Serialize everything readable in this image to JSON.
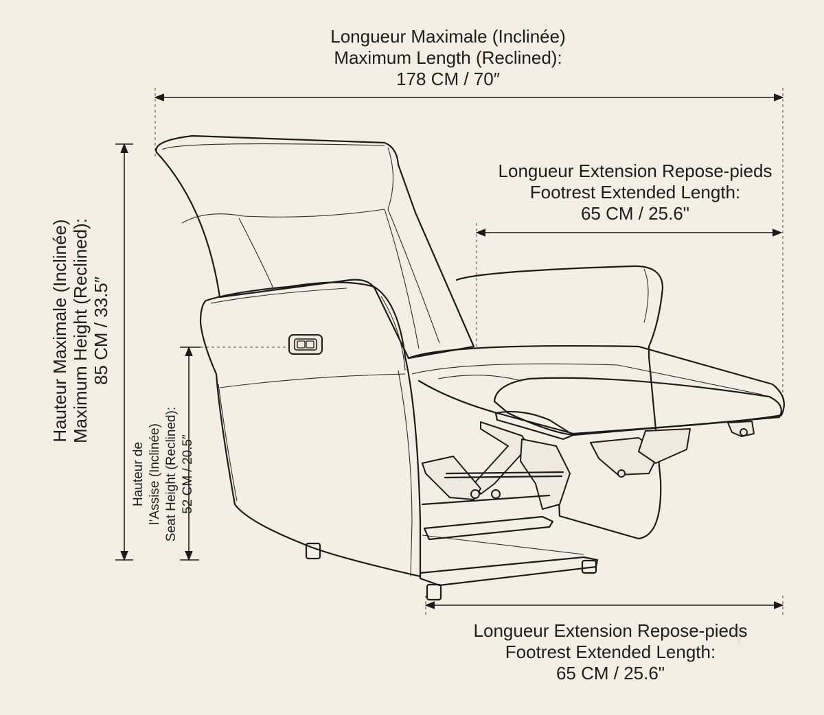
{
  "dimensions": {
    "max_length": {
      "line1": "Longueur Maximale (Inclinée)",
      "line2": "Maximum Length (Reclined):",
      "value": "178 CM / 70″"
    },
    "footrest_top": {
      "line1": "Longueur Extension Repose-pieds",
      "line2": "Footrest Extended Length:",
      "value": "65 CM / 25.6\""
    },
    "footrest_bottom": {
      "line1": "Longueur Extension Repose-pieds",
      "line2": "Footrest Extended Length:",
      "value": "65 CM / 25.6\""
    },
    "max_height": {
      "line1": "Hauteur Maximale (Inclinée)",
      "line2": "Maximum Height (Reclined):",
      "value": "85 CM / 33.5″"
    },
    "seat_height": {
      "line1": "Hauteur de",
      "line2": "l’Assise (Inclinée)",
      "line3": "Seat Height (Reclined):",
      "value": "52 CM / 20.5″"
    }
  },
  "colors": {
    "background": "#f4efe4",
    "line": "#1b1b1b"
  }
}
